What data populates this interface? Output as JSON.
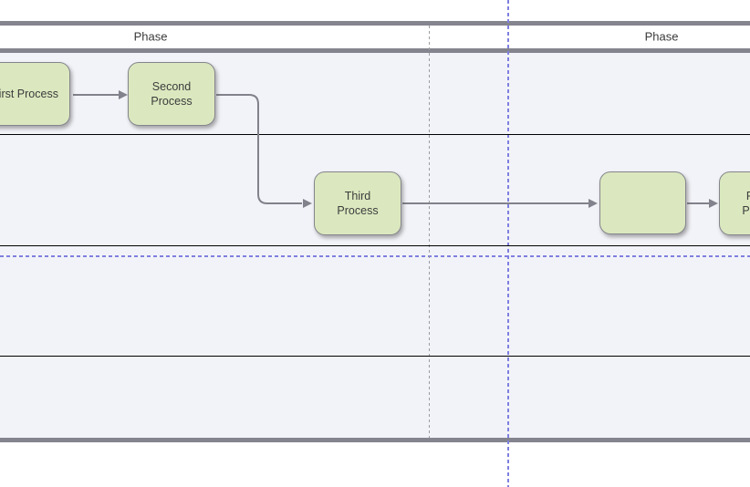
{
  "pool": {
    "phases": [
      {
        "label": "Phase"
      },
      {
        "label": "Phase"
      }
    ],
    "lane_count": 4
  },
  "nodes": [
    {
      "id": "first",
      "label": "First Process"
    },
    {
      "id": "second",
      "label": "Second Process"
    },
    {
      "id": "third",
      "label": "Third Process"
    },
    {
      "id": "blank",
      "label": ""
    },
    {
      "id": "fourth",
      "label": "Fourth Process"
    }
  ],
  "connectors": [
    {
      "from": "first",
      "to": "second"
    },
    {
      "from": "second",
      "to": "third"
    },
    {
      "from": "third",
      "to": "blank"
    },
    {
      "from": "blank",
      "to": "fourth"
    }
  ],
  "colors": {
    "node_fill": "#dbe8bf",
    "node_border": "#85858d",
    "lane_background": "#f2f3f8",
    "pool_bar": "#84848f",
    "lane_line": "#000000",
    "connector": "#82828c",
    "page_break": "#7f7fe0",
    "phase_divider": "#9b9ba3",
    "text": "#3c3c3c"
  }
}
